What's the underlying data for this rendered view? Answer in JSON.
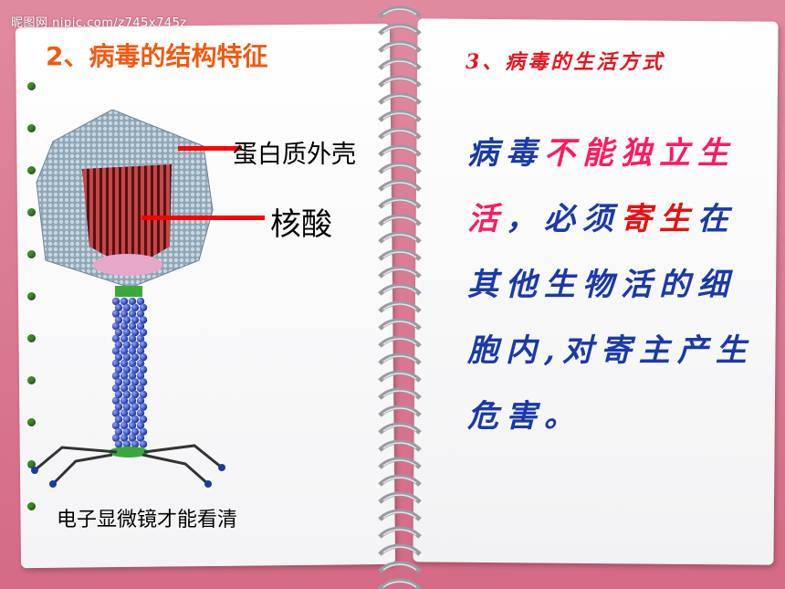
{
  "watermark": "昵图网 nipic.com/z745x745z",
  "left": {
    "title": "2、病毒的结构特征",
    "label_shell": "蛋白质外壳",
    "label_acid": "核酸",
    "caption": "电子显微镜才能看清"
  },
  "right": {
    "title": "3、病毒的生活方式",
    "segments": [
      {
        "text": "病毒",
        "color": "blue"
      },
      {
        "text": "不能独立生",
        "color": "pink"
      },
      {
        "text": "活",
        "color": "pink"
      },
      {
        "text": "，必须",
        "color": "blue"
      },
      {
        "text": "寄",
        "color": "red"
      },
      {
        "text": "生",
        "color": "red"
      },
      {
        "text": "在其他生物活的细胞内,对寄主产生危害。",
        "color": "blue"
      }
    ]
  },
  "colors": {
    "title_left": "#f05a10",
    "title_right": "#e8141e",
    "body_blue": "#1a3aa8",
    "body_pink": "#ff1a5e",
    "pointer": "#ff0000",
    "background": "#d46a86"
  }
}
